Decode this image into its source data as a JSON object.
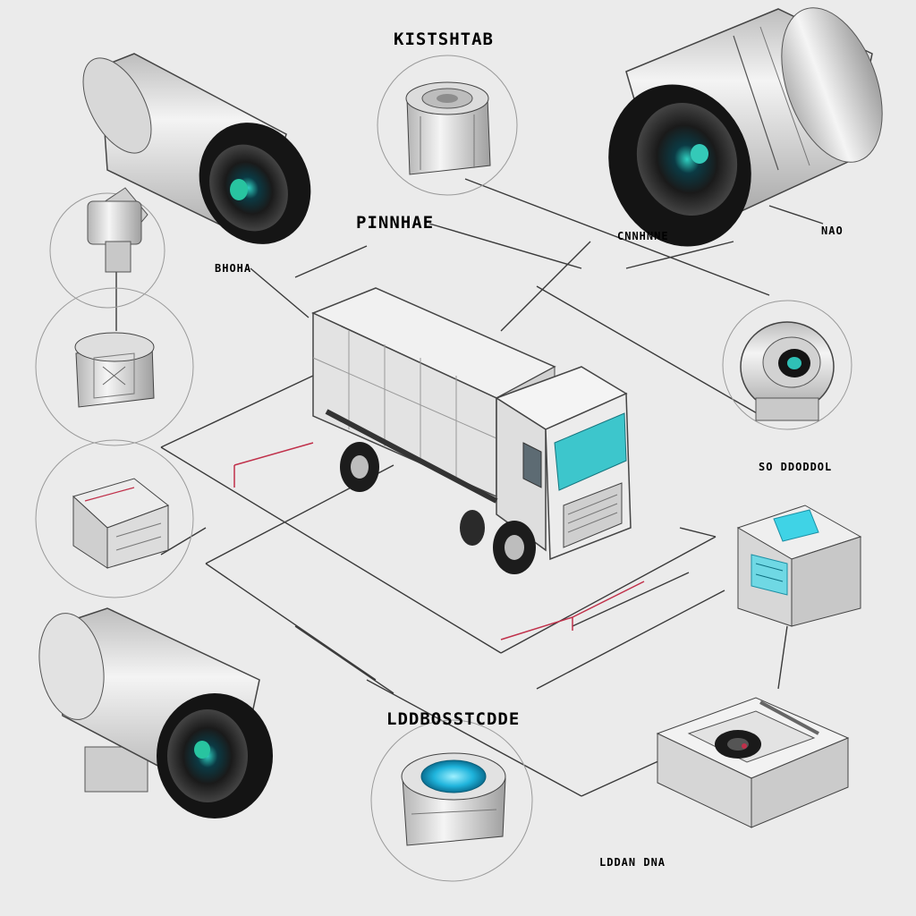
{
  "labels": {
    "top": "KISTSHTAB",
    "truck_label": "PINNHAE",
    "left_cam_note": "BHOHA",
    "right_cam_note": "CNNHNNE",
    "right_far_note": "NAO",
    "dome_right_note": "SO DDODDOL",
    "bottom_center": "LDDBOSSTCDDE",
    "bottom_note": "LDDAN DNA"
  },
  "colors": {
    "background": "#ebebeb",
    "line": "#3a3a3a",
    "accent_red": "#c0304a",
    "accent_cyan": "#2bb9c6",
    "metal_light": "#e4e4e4",
    "metal_dark": "#1b1b1b"
  },
  "icons": [
    "bullet-camera-icon",
    "sensor-module-icon",
    "truck-icon",
    "dome-camera-icon",
    "control-box-icon",
    "lens-sensor-icon"
  ]
}
